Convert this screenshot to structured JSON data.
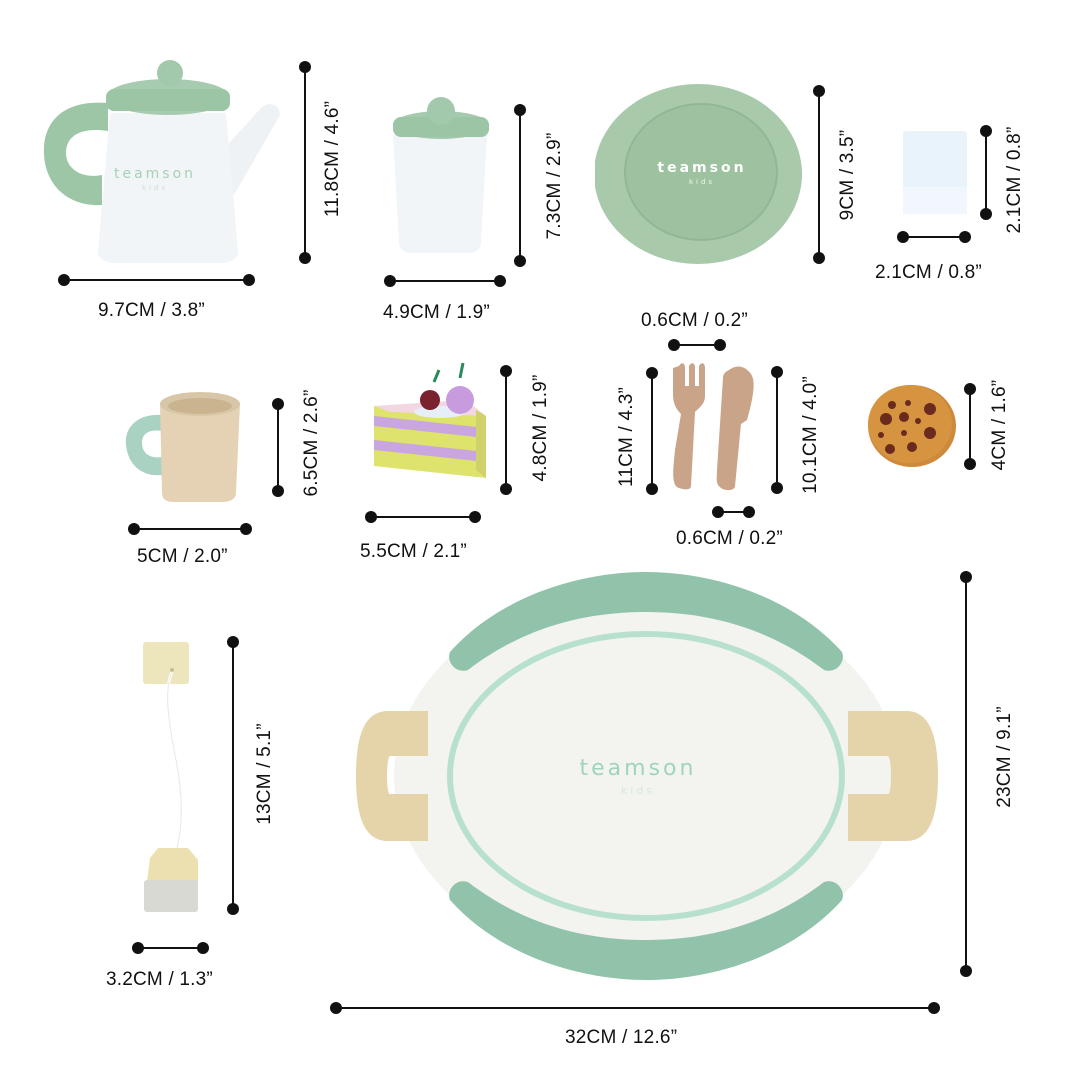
{
  "brand": {
    "name": "teamson",
    "sub": "kids"
  },
  "colors": {
    "sage": "#9dc6a6",
    "mint": "#8fc4ad",
    "mint_line": "#b8e0cf",
    "white_body": "#f3f6f8",
    "tray_surface": "#f3f3ef",
    "wood": "#e3cfa6",
    "cookie": "#d4933d",
    "chip": "#6a2a1d",
    "dimension_line": "#111111"
  },
  "items": [
    {
      "name": "Teapot",
      "width": "9.7CM / 3.8”",
      "height": "11.8CM / 4.6”"
    },
    {
      "name": "Sugar pot",
      "width": "4.9CM / 1.9”",
      "height": "7.3CM / 2.9”"
    },
    {
      "name": "Plate",
      "height": "9CM / 3.5”"
    },
    {
      "name": "Sugar cube",
      "width": "2.1CM / 0.8”",
      "height": "2.1CM / 0.8”"
    },
    {
      "name": "Cup",
      "width": "5CM / 2.0”",
      "height": "6.5CM / 2.6”"
    },
    {
      "name": "Cake slice",
      "width": "5.5CM / 2.1”",
      "height": "4.8CM / 1.9”"
    },
    {
      "name": "Fork",
      "width": "0.6CM / 0.2”",
      "height": "11CM / 4.3”"
    },
    {
      "name": "Knife",
      "width": "0.6CM / 0.2”",
      "height": "10.1CM / 4.0”"
    },
    {
      "name": "Cookie",
      "height": "4CM / 1.6”"
    },
    {
      "name": "Tea bag",
      "width": "3.2CM / 1.3”",
      "height": "13CM / 5.1”"
    },
    {
      "name": "Tray",
      "width": "32CM / 12.6”",
      "height": "23CM / 9.1”"
    }
  ]
}
